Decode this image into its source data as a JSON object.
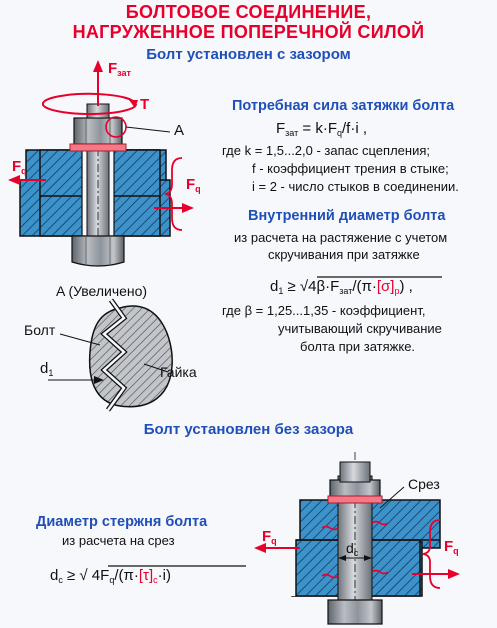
{
  "header": {
    "title_line1": "БОЛТОВОЕ СОЕДИНЕНИЕ,",
    "title_line2": "НАГРУЖЕННОЕ ПОПЕРЕЧНОЙ СИЛОЙ"
  },
  "section1": {
    "heading": "Болт установлен с зазором",
    "force_top_label": "F",
    "force_top_sub": "зат",
    "torque_label": "T",
    "detail_marker": "A",
    "force_label": "F",
    "force_sub": "q",
    "right_block": {
      "heading1": "Потребная сила затяжки болта",
      "formula1": "F",
      "formula1_sub": "зат",
      "formula1_rest": " = k·F",
      "formula1_sub2": "q",
      "formula1_end": "/f·i ,",
      "where_lines": [
        "где  k = 1,5...2,0 - запас сцепления;",
        "f  -  коэффициент  трения в стыке;",
        "i  = 2 - число стыков в соединении."
      ],
      "heading2": "Внутренний диаметр болта",
      "desc_lines": [
        "из расчета на растяжение с учетом",
        "скручивания при затяжке"
      ],
      "formula2_a": "d",
      "formula2_a_sub": "1",
      "formula2_b": " ≥ √4β·F",
      "formula2_b_sub": "зат",
      "formula2_c": "/(π·",
      "formula2_sigma": "[σ]",
      "formula2_sigma_sub": "р",
      "formula2_d": ") ,",
      "beta_lines": [
        "где  β = 1,25...1,35 - коэффициент,",
        "учитывающий скручивание",
        "болта при затяжке."
      ]
    },
    "detail": {
      "title": "A (Увеличено)",
      "bolt_label": "Болт",
      "nut_label": "Гайка",
      "diameter_label": "d",
      "diameter_sub": "1"
    }
  },
  "section2": {
    "heading": "Болт  установлен  без  зазора",
    "shear_label": "Срез",
    "heading_left": "Диаметр стержня болта",
    "desc_left": "из расчета на срез",
    "formula_a": "d",
    "formula_a_sub": "c",
    "formula_b": " ≥ √ 4F",
    "formula_b_sub": "q",
    "formula_c": "/(π·",
    "formula_tau": "[τ]",
    "formula_tau_sub": "c",
    "formula_d": "·i)",
    "dc_label": "d",
    "dc_sub": "c",
    "force_label": "F",
    "force_sub": "q"
  },
  "colors": {
    "accent_red": "#e8002b",
    "heading_blue": "#1f4fb8",
    "plate_blue": "#3d93c9",
    "metal_grey": "#9aa0a8",
    "gasket_pink": "#f07a86"
  }
}
